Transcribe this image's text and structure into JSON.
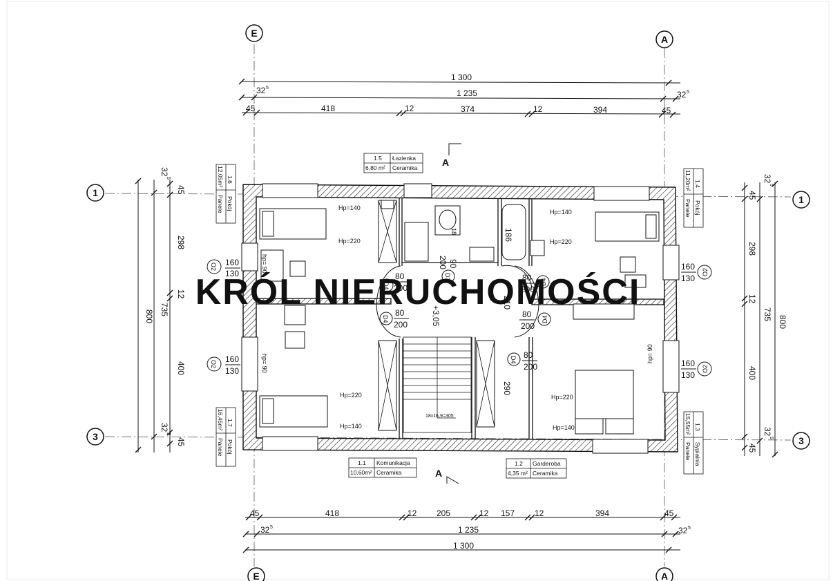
{
  "axes": {
    "top_left": "E",
    "top_right": "A",
    "bottom_left": "E",
    "bottom_right": "A",
    "left_top": "1",
    "left_bottom": "3",
    "right_top": "1",
    "right_bottom": "3"
  },
  "dimensions_top": {
    "overall": "1 300",
    "inner": "1 235",
    "offset_left": "32",
    "offset_right": "32",
    "offset_sup": "5",
    "segments": [
      "45",
      "418",
      "12",
      "374",
      "12",
      "394",
      "45"
    ]
  },
  "dimensions_bottom": {
    "overall": "1 300",
    "inner": "1 235",
    "offset_left": "32",
    "offset_right": "32",
    "offset_sup": "5",
    "segments": [
      "45",
      "418",
      "12",
      "205",
      "12",
      "157",
      "12",
      "394",
      "45"
    ]
  },
  "dimensions_left": {
    "overall": "800",
    "inner": "735",
    "offset_top": "32",
    "offset_bottom": "32",
    "offset_sup": "5",
    "segments": [
      "45",
      "298",
      "12",
      "400",
      "45"
    ]
  },
  "dimensions_right": {
    "overall": "800",
    "inner": "735",
    "offset_top": "32",
    "offset_bottom": "32",
    "offset_sup": "5",
    "segments": [
      "45",
      "298",
      "12",
      "400",
      "45"
    ]
  },
  "rooms": [
    {
      "number": "1.6",
      "name": "Pokój",
      "area": "12,05m²",
      "finish": "Panele"
    },
    {
      "number": "1.5",
      "name": "Łazienka",
      "area": "6,80 m²",
      "finish": "Ceramika"
    },
    {
      "number": "1.4",
      "name": "Pokój",
      "area": "11,20m²",
      "finish": "Panele"
    },
    {
      "number": "1.7",
      "name": "Pokój",
      "area": "16,45m²",
      "finish": "Panele"
    },
    {
      "number": "1.1",
      "name": "Komunikacja",
      "area": "10,60m²",
      "finish": "Ceramika"
    },
    {
      "number": "1.2",
      "name": "Garderoba",
      "area": "4,35 m²",
      "finish": "Ceramika"
    },
    {
      "number": "1.3",
      "name": "Sypialnia",
      "area": "15,55m²",
      "finish": "Panele"
    }
  ],
  "section_mark": "A",
  "windows": {
    "label": "O2",
    "w160": "160",
    "h130": "130",
    "hp90_a": "hp= 90",
    "hp90_b": "hp= 90",
    "hp90_c": "hp= 90"
  },
  "doors": {
    "label": "D4",
    "label_d3": "D3",
    "w80": "80",
    "w90": "90",
    "h200": "200"
  },
  "heights": {
    "hp140": "Hp=140",
    "hp220": "Hp=220",
    "hp140_b": "Hp=140",
    "hp220_b": "Hp=220"
  },
  "misc": {
    "bath_len": "186",
    "hall_210": "210",
    "hall_290": "290",
    "level": "+3,05",
    "stairs": "18x16,9=305",
    "wc_label": "18"
  },
  "watermark": "KRÓL NIERUCHOMOŚCI"
}
